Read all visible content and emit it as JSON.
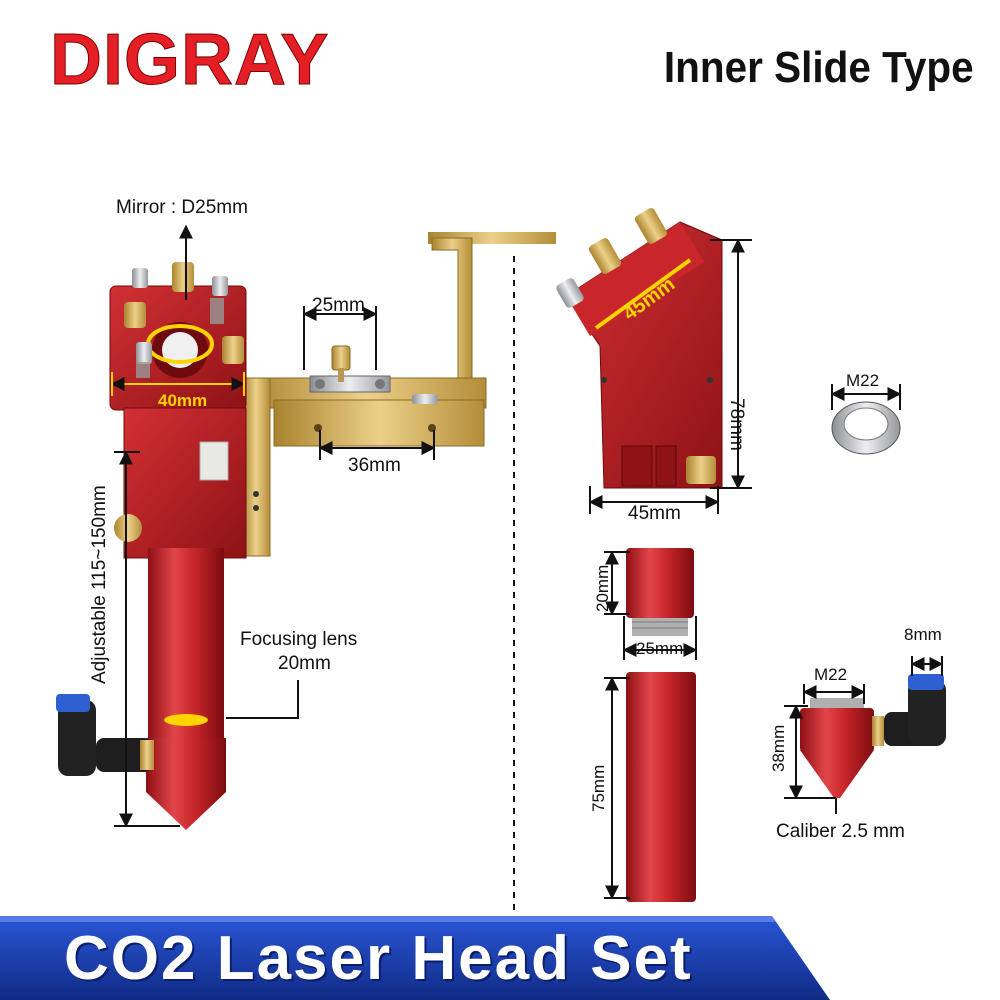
{
  "brand": "DIGRAY",
  "product_type": "Inner Slide Type",
  "banner_title": "CO2 Laser Head Set",
  "labels": {
    "mirror": "Mirror : D25mm",
    "mount_width": "40mm",
    "bracket_top": "25mm",
    "bracket_bottom": "36mm",
    "adjustable": "Adjustable 115~150mm",
    "focusing_lens": "Focusing lens",
    "focusing_lens_size": "20mm",
    "mirror_mount_diag": "45mm",
    "mirror_mount_height": "78mm",
    "mirror_mount_width": "45mm",
    "ring_thread": "M22",
    "tube_top_height": "20mm",
    "tube_top_diameter": "25mm",
    "tube_long_height": "75mm",
    "fitting_width": "8mm",
    "nozzle_thread": "M22",
    "nozzle_height": "38mm",
    "caliber": "Caliber 2.5 mm"
  },
  "colors": {
    "brand_red": "#e41f26",
    "body_red": "#b01a1c",
    "anodized_red": "#c8262a",
    "brass": "#d8b35a",
    "annotation_yellow": "#ffd400",
    "banner_blue": "#1d3fa8"
  }
}
